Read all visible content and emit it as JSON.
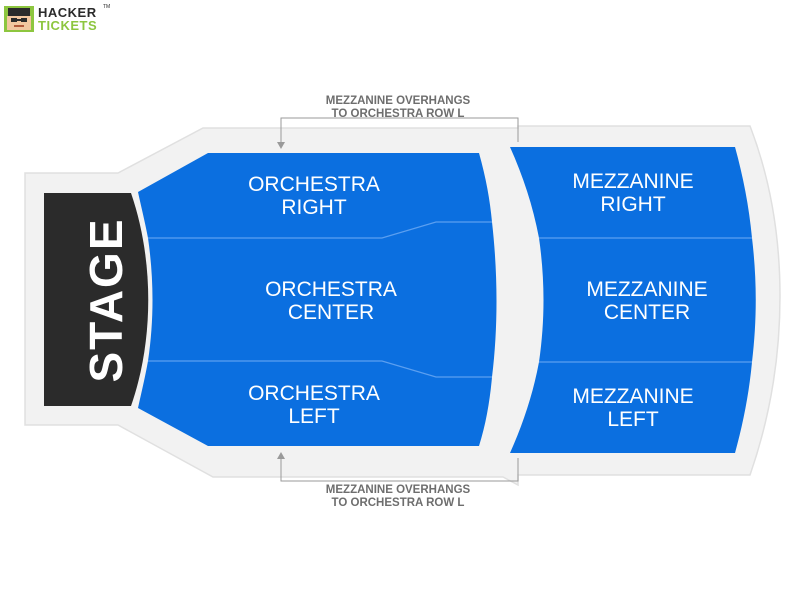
{
  "brand": {
    "line1": "Hacker",
    "line2": "Tickets",
    "trademark": "TM",
    "colors": {
      "dark": "#2b2b2b",
      "accent": "#8dc63f"
    }
  },
  "stage": {
    "label": "STAGE",
    "color": "#2b2b2b"
  },
  "sections": {
    "orchestra_right": [
      "ORCHESTRA",
      "RIGHT"
    ],
    "orchestra_center": [
      "ORCHESTRA",
      "CENTER"
    ],
    "orchestra_left": [
      "ORCHESTRA",
      "LEFT"
    ],
    "mezzanine_right": [
      "MEZZANINE",
      "RIGHT"
    ],
    "mezzanine_center": [
      "MEZZANINE",
      "CENTER"
    ],
    "mezzanine_left": [
      "MEZZANINE",
      "LEFT"
    ]
  },
  "notes": {
    "top": [
      "MEZZANINE OVERHANGS",
      "TO ORCHESTRA ROW L"
    ],
    "bottom": [
      "MEZZANINE OVERHANGS",
      "TO ORCHESTRA ROW L"
    ]
  },
  "colors": {
    "section_blue": "#0b6fe0",
    "divider": "#5b9ff0",
    "venue_floor": "#f2f2f2",
    "venue_outline": "#e0e0e0"
  }
}
